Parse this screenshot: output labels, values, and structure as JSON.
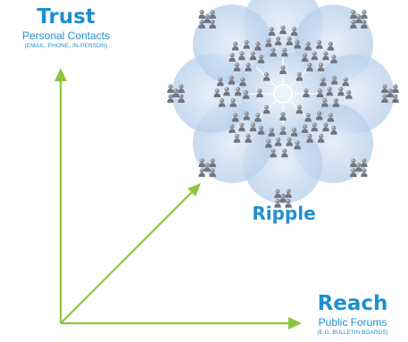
{
  "trust": {
    "title": "Trust",
    "subtitle": "Personal Contacts",
    "detail": "(EMAIL, PHONE, IN-PERSON)"
  },
  "reach": {
    "title": "Reach",
    "subtitle": "Public Forums",
    "detail": "(E.G. BULLETIN BOARDS)"
  },
  "ripple": {
    "title": "Ripple"
  },
  "colors": {
    "accent_text": "#1e8fd0",
    "axis_arrow": "#8cc63f",
    "bubble_fill": "#bcd5ef",
    "person_icon": "#8a8f99"
  },
  "icons": [
    "person-icon",
    "arrow-head-icon"
  ]
}
